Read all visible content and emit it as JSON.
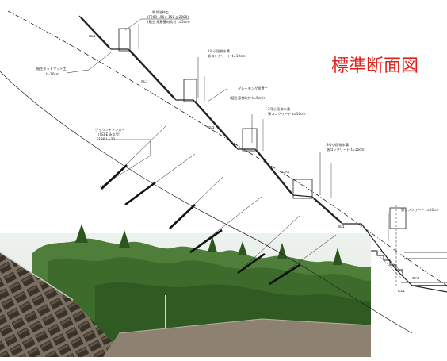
{
  "title": "標準断面図",
  "codes": {
    "sl1a": "SL1",
    "sl1b": "SL1",
    "sl1c": "SL1",
    "sl1d": "SL1",
    "ca1": "CA1",
    "ca2": "CA2",
    "cl1": "CL1"
  },
  "annotations": {
    "crest_note": "吹付法枠工",
    "crest_note_sub": "(F200 150× 150 @2000)",
    "crest_note_sub2": "(植生  厚層基材吹付  t=5cm)",
    "left_note": "植生ネットマット工",
    "left_note_sub": "t=10cm",
    "bench1_note": "1号小段排水溝",
    "bench1_sub": "張コンクリート  t=10cm",
    "mid_note": "グレーチング設置工",
    "mid_note_sub": "(植生基材吹付 t=5cm)",
    "bench2_note": "2号小段排水溝",
    "bench2_sub": "張コンクリート  t=10cm",
    "anchor_note": "グラウンドアンカー",
    "anchor_note_sub": "(SEEE 永久型)",
    "anchor_note_sub2": "F130  L=20",
    "bench3_note": "3号小段排水溝",
    "bench3_sub": "張コンクリート  t=10cm",
    "toe_note": "張コンクリート  t=10cm"
  },
  "colors": {
    "title": "#e0201a",
    "line": "#222222",
    "anchor": "#111111",
    "photo_sky": "#f4f6f2",
    "photo_forest": "#3d6b2c"
  }
}
